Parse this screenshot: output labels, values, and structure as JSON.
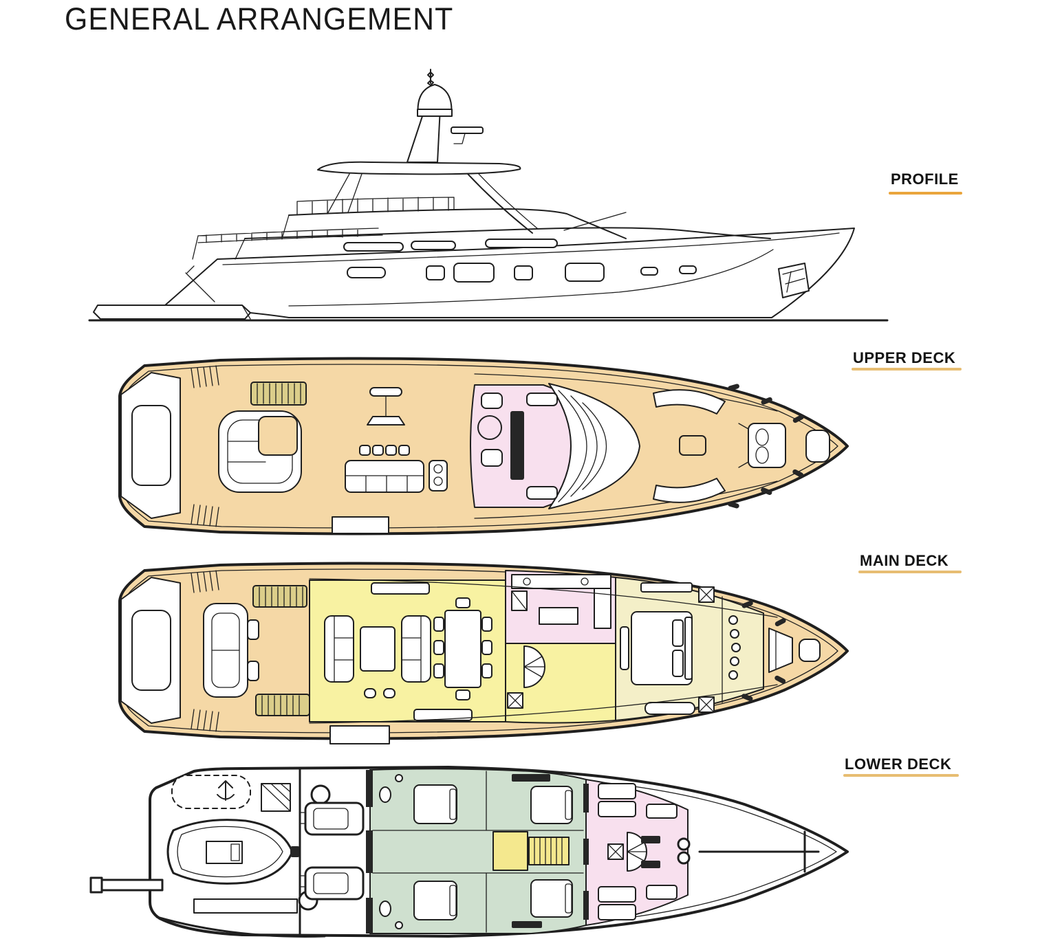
{
  "page": {
    "title": "GENERAL ARRANGEMENT"
  },
  "views": {
    "profile": {
      "label": "PROFILE"
    },
    "upper_deck": {
      "label": "UPPER DECK"
    },
    "main_deck": {
      "label": "MAIN DECK"
    },
    "lower_deck": {
      "label": "LOWER DECK"
    }
  },
  "colors": {
    "line": "#1f1f1f",
    "title": "#1a1a1a",
    "label": "#131313",
    "dark": "#262626",
    "underline_profile": "#eaa53c",
    "underline_deck": "#e7bd72",
    "deck_tan": "#f5d8a6",
    "pink": "#f8e0ee",
    "salon_yellow": "#f8f2a2",
    "cream": "#f4efc8",
    "cabin_green": "#cfe0cf",
    "stair_yellow": "#f4e88e",
    "slat_khaki": "#dbce8a"
  }
}
